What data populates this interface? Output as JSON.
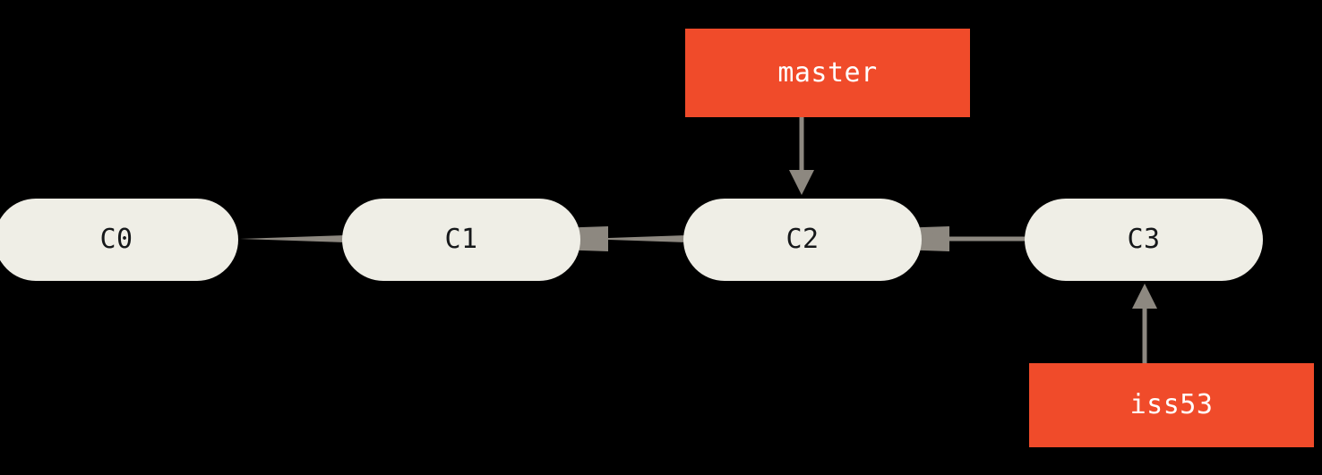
{
  "diagram": {
    "title": "Git branch pointer diagram",
    "background_color": "#000000",
    "commit_fill_color": "#EFEEE6",
    "commit_text_color": "#16181A",
    "branch_fill_color": "#F04B2A",
    "branch_text_color": "#FFFFFF",
    "edge_color": "#8D8880"
  },
  "commits": [
    {
      "id": "C0",
      "label": "C0"
    },
    {
      "id": "C1",
      "label": "C1"
    },
    {
      "id": "C2",
      "label": "C2"
    },
    {
      "id": "C3",
      "label": "C3"
    }
  ],
  "branches": [
    {
      "id": "master",
      "label": "master",
      "points_to": "C2"
    },
    {
      "id": "iss53",
      "label": "iss53",
      "points_to": "C3"
    }
  ],
  "edges": [
    {
      "from": "C1",
      "to": "C0",
      "kind": "parent-link"
    },
    {
      "from": "C2",
      "to": "C1",
      "kind": "parent-link"
    },
    {
      "from": "C3",
      "to": "C2",
      "kind": "parent-link"
    },
    {
      "from": "master",
      "to": "C2",
      "kind": "branch-pointer"
    },
    {
      "from": "iss53",
      "to": "C3",
      "kind": "branch-pointer"
    }
  ]
}
